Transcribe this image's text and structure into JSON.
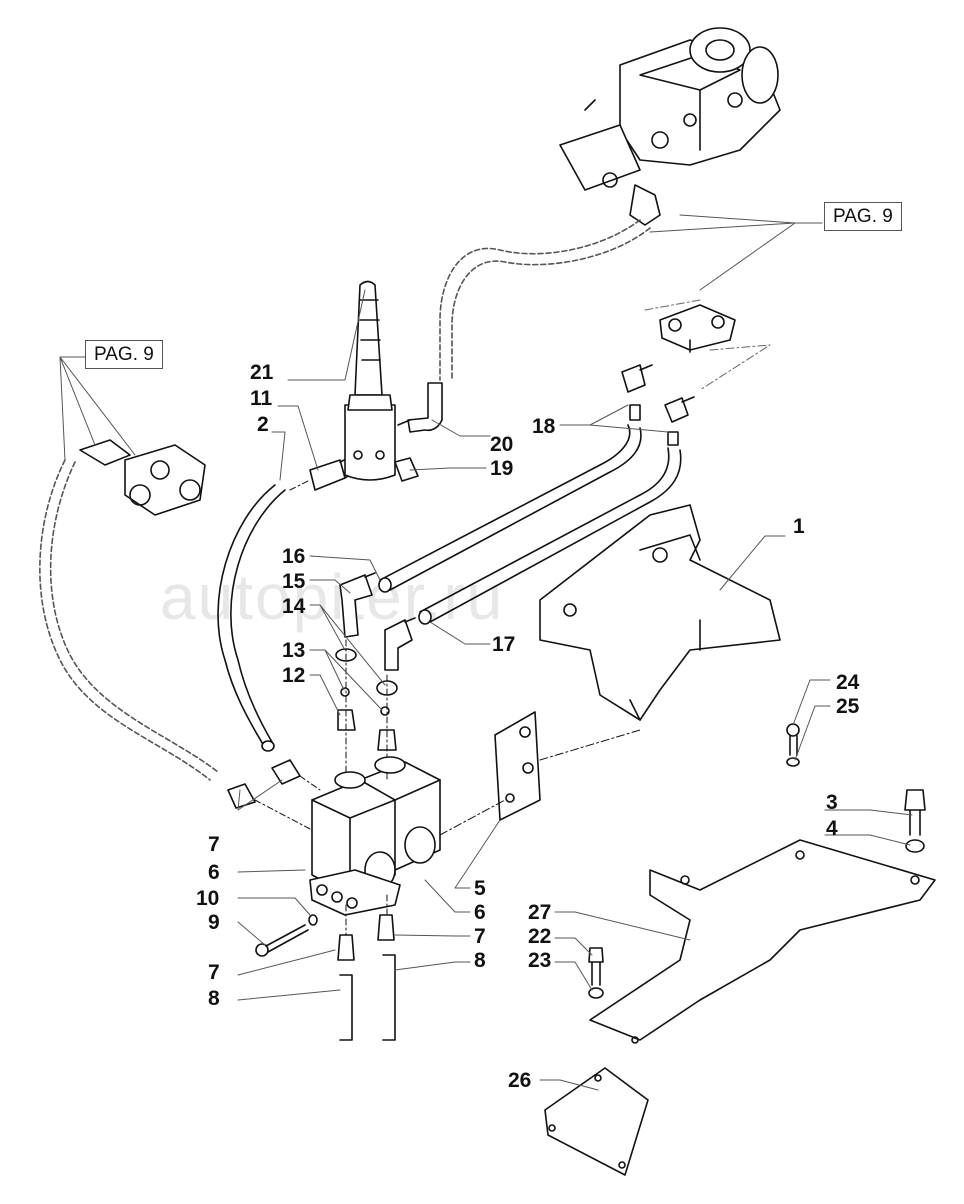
{
  "diagram": {
    "type": "exploded-parts-view",
    "watermark": "autopiter.ru",
    "page_refs": [
      {
        "id": "pag-right",
        "text": "PAG. 9"
      },
      {
        "id": "pag-left",
        "text": "PAG. 9"
      }
    ],
    "callouts": [
      {
        "id": "c1",
        "text": "1"
      },
      {
        "id": "c2",
        "text": "2"
      },
      {
        "id": "c3",
        "text": "3"
      },
      {
        "id": "c4",
        "text": "4"
      },
      {
        "id": "c5",
        "text": "5"
      },
      {
        "id": "c6a",
        "text": "6"
      },
      {
        "id": "c6b",
        "text": "6"
      },
      {
        "id": "c7a",
        "text": "7"
      },
      {
        "id": "c7b",
        "text": "7"
      },
      {
        "id": "c7c",
        "text": "7"
      },
      {
        "id": "c8a",
        "text": "8"
      },
      {
        "id": "c8b",
        "text": "8"
      },
      {
        "id": "c9",
        "text": "9"
      },
      {
        "id": "c10",
        "text": "10"
      },
      {
        "id": "c11",
        "text": "11"
      },
      {
        "id": "c12",
        "text": "12"
      },
      {
        "id": "c13",
        "text": "13"
      },
      {
        "id": "c14",
        "text": "14"
      },
      {
        "id": "c15",
        "text": "15"
      },
      {
        "id": "c16",
        "text": "16"
      },
      {
        "id": "c17",
        "text": "17"
      },
      {
        "id": "c18",
        "text": "18"
      },
      {
        "id": "c19",
        "text": "19"
      },
      {
        "id": "c20",
        "text": "20"
      },
      {
        "id": "c21",
        "text": "21"
      },
      {
        "id": "c22",
        "text": "22"
      },
      {
        "id": "c23",
        "text": "23"
      },
      {
        "id": "c24",
        "text": "24"
      },
      {
        "id": "c25",
        "text": "25"
      },
      {
        "id": "c26",
        "text": "26"
      },
      {
        "id": "c27",
        "text": "27"
      }
    ]
  }
}
